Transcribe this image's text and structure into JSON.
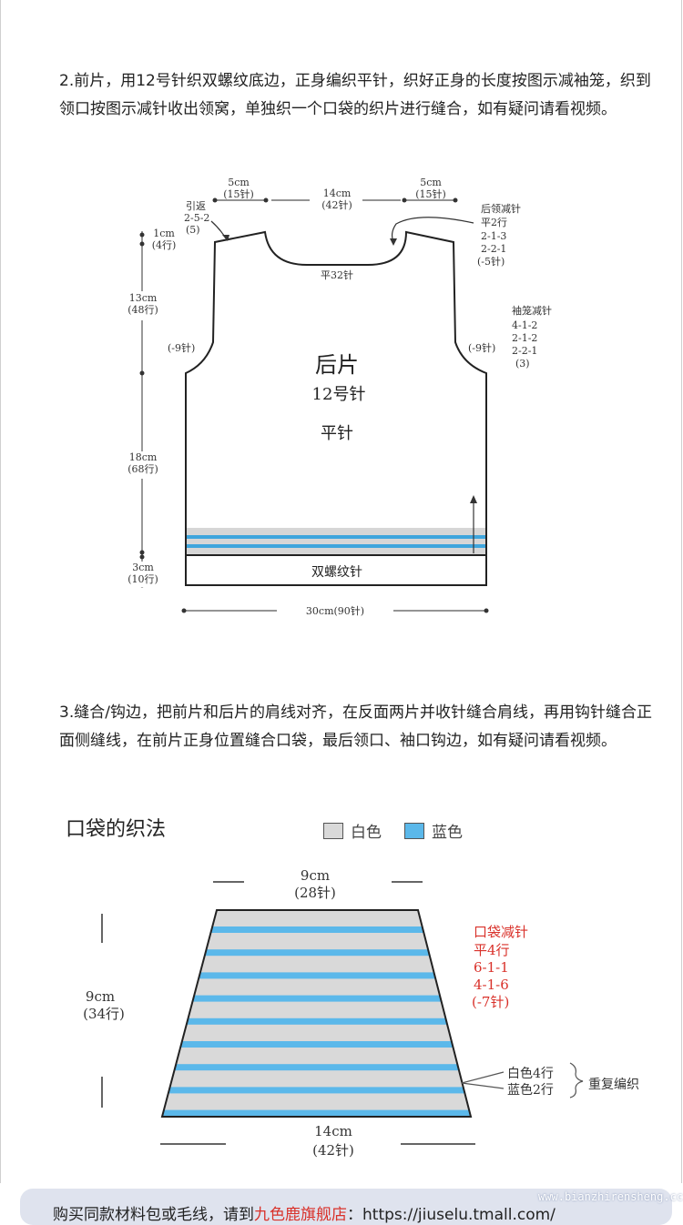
{
  "section2": {
    "text": "2.前片，用12号针织双螺纹底边，正身编织平针，织好正身的长度按图示减袖笼，织到领口按图示减针收出领窝，单独织一个口袋的织片进行缝合，如有疑问请看视频。"
  },
  "back_diagram": {
    "shoulder_left_cm": "5cm",
    "shoulder_left_st": "(15针)",
    "neck_cm": "14cm",
    "neck_st": "(42针)",
    "shoulder_right_cm": "5cm",
    "shoulder_right_st": "(15针)",
    "short_rows_title": "引返",
    "short_rows_1": "2-5-2",
    "short_rows_2": "(5)",
    "back_neck_title": "后领减针",
    "back_neck_1": "平2行",
    "back_neck_2": "2-1-3",
    "back_neck_3": "2-2-1",
    "back_neck_4": "(-5针)",
    "neck_flat": "平32针",
    "h1_cm": "1cm",
    "h1_rows": "(4行)",
    "h2_cm": "13cm",
    "h2_rows": "(48行)",
    "armhole_dec_title": "袖笼减针",
    "armhole_dec_1": "4-1-2",
    "armhole_dec_2": "2-1-2",
    "armhole_dec_3": "2-2-1",
    "armhole_dec_4": "(3)",
    "armhole_left": "(-9针)",
    "armhole_right": "(-9针)",
    "piece_name": "后片",
    "needle": "12号针",
    "stitch": "平针",
    "h3_cm": "18cm",
    "h3_rows": "(68行)",
    "h4_cm": "3cm",
    "h4_rows": "(10行)",
    "rib_label": "双螺纹针",
    "width": "30cm(90针)"
  },
  "section3": {
    "text": "3.缝合/钩边，把前片和后片的肩线对齐，在反面两片并收针缝合肩线，再用钩针缝合正面侧缝线，在前片正身位置缝合口袋，最后领口、袖口钩边，如有疑问请看视频。"
  },
  "pocket": {
    "title": "口袋的织法",
    "legend_white": "白色",
    "legend_blue": "蓝色",
    "color_white": "#d9d9d9",
    "color_blue": "#5bb8ea",
    "top_cm": "9cm",
    "top_st": "(28针)",
    "height_cm": "9cm",
    "height_rows": "(34行)",
    "dec_title": "口袋减针",
    "dec_1": "平4行",
    "dec_2": "6-1-1",
    "dec_3": "4-1-6",
    "dec_4": "(-7针)",
    "stripe_white": "白色4行",
    "stripe_blue": "蓝色2行",
    "repeat": "重复编织",
    "bottom_cm": "14cm",
    "bottom_st": "(42针)"
  },
  "footer": {
    "text_prefix": "购买同款材料包或毛线，请到",
    "shop_name": "九色鹿旗舰店",
    "text_suffix": "：https://jiuselu.tmall.com/"
  },
  "watermark": "www.bianzhirensheng.cc"
}
